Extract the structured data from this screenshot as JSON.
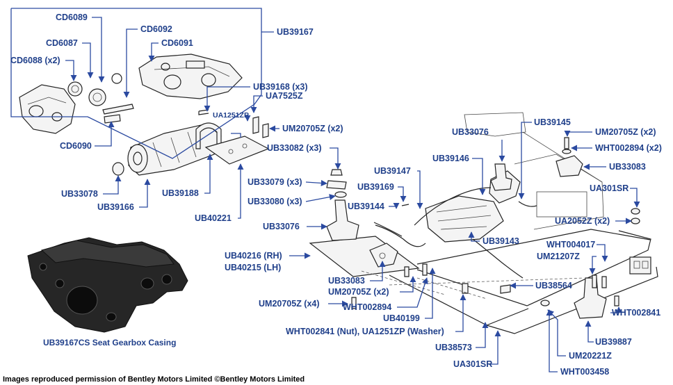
{
  "labels": {
    "UB39167": "UB39167",
    "CD6089": "CD6089",
    "CD6092": "CD6092",
    "CD6087": "CD6087",
    "CD6091": "CD6091",
    "CD6088": "CD6088 (x2)",
    "CD6090": "CD6090",
    "UB39168": "UB39168 (x3)",
    "UA7525Z": "UA7525Z",
    "UA1251ZP": "UA1251ZP",
    "UM20705Z_top": "UM20705Z (x2)",
    "UB33078": "UB33078",
    "UB39166": "UB39166",
    "UB39188": "UB39188",
    "UB33082": "UB33082 (x3)",
    "UB33079": "UB33079 (x3)",
    "UB33080": "UB33080 (x3)",
    "UB40221": "UB40221",
    "UB33076_left": "UB33076",
    "UB40216": "UB40216 (RH)",
    "UB40215": "UB40215 (LH)",
    "UB33083_left": "UB33083",
    "UM20705Z_mid": "UM20705Z (x2)",
    "UM20705Z_x4": "UM20705Z (x4)",
    "WHT002894_left": "WHT002894",
    "UB40199": "UB40199",
    "WHT002841_nut": "WHT002841 (Nut), UA1251ZP (Washer)",
    "UB38573": "UB38573",
    "UA301SR_bottom": "UA301SR",
    "UB33076_right": "UB33076",
    "UB39145": "UB39145",
    "UM20705Z_right": "UM20705Z (x2)",
    "WHT002894_right": "WHT002894 (x2)",
    "UB39146": "UB39146",
    "UB33083_right": "UB33083",
    "UB39147": "UB39147",
    "UB39169": "UB39169",
    "UA301SR_right": "UA301SR",
    "UB39144": "UB39144",
    "UA2052Z": "UA2052Z (x2)",
    "UB39143": "UB39143",
    "WHT004017": "WHT004017",
    "UM21207Z": "UM21207Z",
    "UB38564": "UB38564",
    "WHT002841": "WHT002841",
    "UB39887": "UB39887",
    "UM20221Z": "UM20221Z",
    "WHT003458": "WHT003458"
  },
  "casing_caption": "UB39167CS Seat Gearbox Casing",
  "footer": "Images reproduced permission of Bentley Motors Limited ©Bentley Motors Limited",
  "colors": {
    "label": "#1f3f8a",
    "leader": "#2b4aa0"
  }
}
